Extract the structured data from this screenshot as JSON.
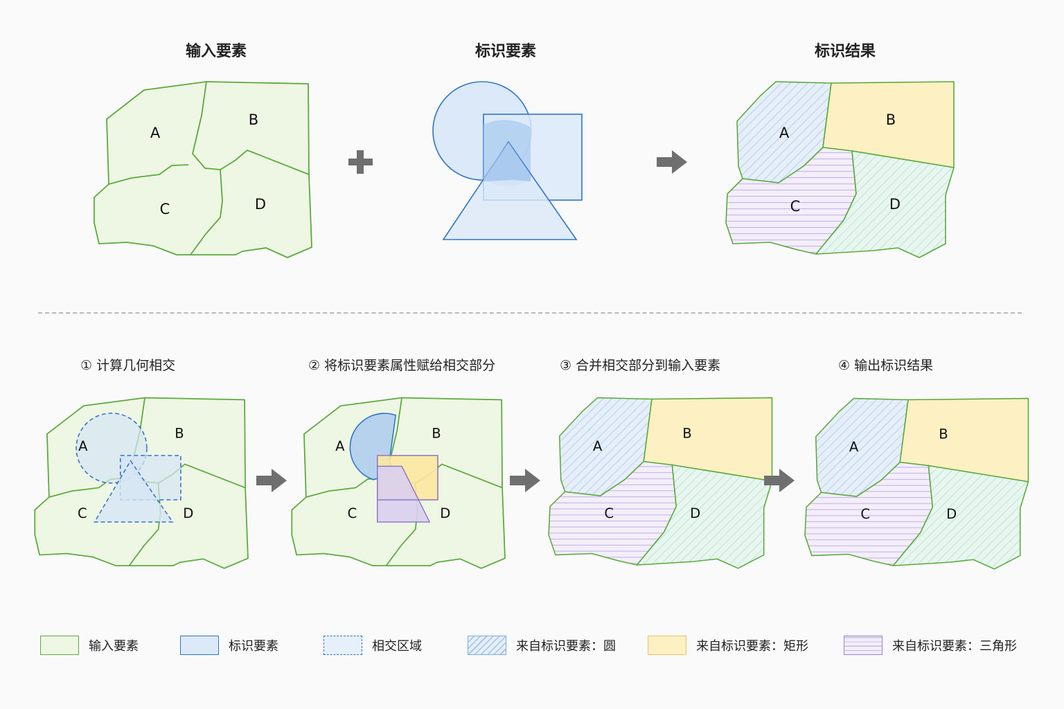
{
  "titles": {
    "input": "输入要素",
    "identity": "标识要素",
    "result": "标识结果"
  },
  "steps": [
    "① 计算几何相交",
    "② 将标识要素属性赋给相交部分",
    "③ 合并相交部分到输入要素",
    "④ 输出标识结果"
  ],
  "region_labels": {
    "a": "A",
    "b": "B",
    "c": "C",
    "d": "D"
  },
  "legend": [
    "输入要素",
    "标识要素",
    "相交区域",
    "来自标识要素：圆",
    "来自标识要素：矩形",
    "来自标识要素：三角形"
  ],
  "colors": {
    "input_fill": "#eef6e4",
    "input_stroke": "#5aaa3c",
    "identity_fill": "#dbe9f8",
    "identity_stroke": "#2f74c8",
    "circle_hatch": "#9ec2e8",
    "rect_fill": "#fdf0c2",
    "triangle_hatch": "#c4b4e2",
    "d_hatch": "#a8dcc9",
    "arrow": "#6f6f6f"
  }
}
